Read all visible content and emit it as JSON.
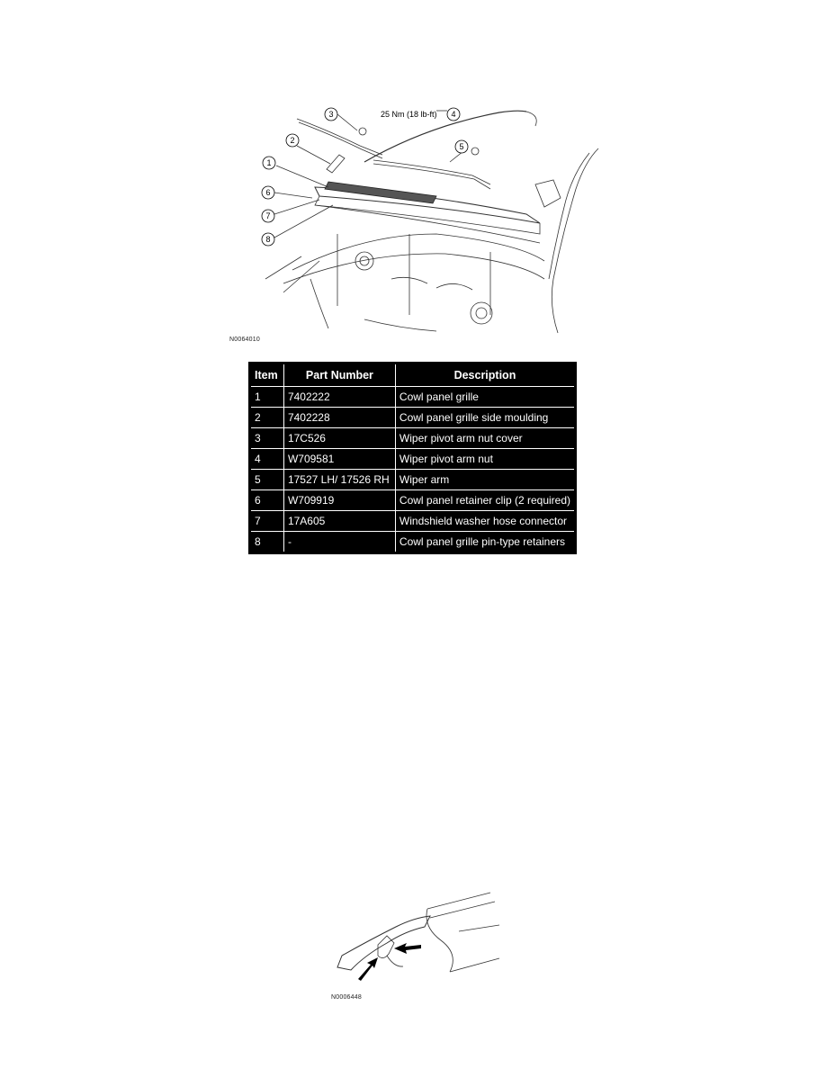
{
  "top_figure": {
    "torque_label": "25 Nm (18 lb-ft)",
    "callouts": [
      "1",
      "2",
      "3",
      "4",
      "5",
      "6",
      "7",
      "8"
    ],
    "figure_code": "N0064010"
  },
  "parts_table": {
    "headers": [
      "Item",
      "Part Number",
      "Description"
    ],
    "rows": [
      [
        "1",
        "7402222",
        "Cowl panel grille"
      ],
      [
        "2",
        "7402228",
        "Cowl panel grille side moulding"
      ],
      [
        "3",
        "17C526",
        "Wiper pivot arm nut cover"
      ],
      [
        "4",
        "W709581",
        "Wiper pivot arm nut"
      ],
      [
        "5",
        "17527 LH/ 17526 RH",
        "Wiper arm"
      ],
      [
        "6",
        "W709919",
        "Cowl panel retainer clip (2 required)"
      ],
      [
        "7",
        "17A605",
        "Windshield washer hose connector"
      ],
      [
        "8",
        "-",
        "Cowl panel grille pin-type retainers"
      ]
    ]
  },
  "bottom_figure": {
    "figure_code": "N0006448"
  }
}
